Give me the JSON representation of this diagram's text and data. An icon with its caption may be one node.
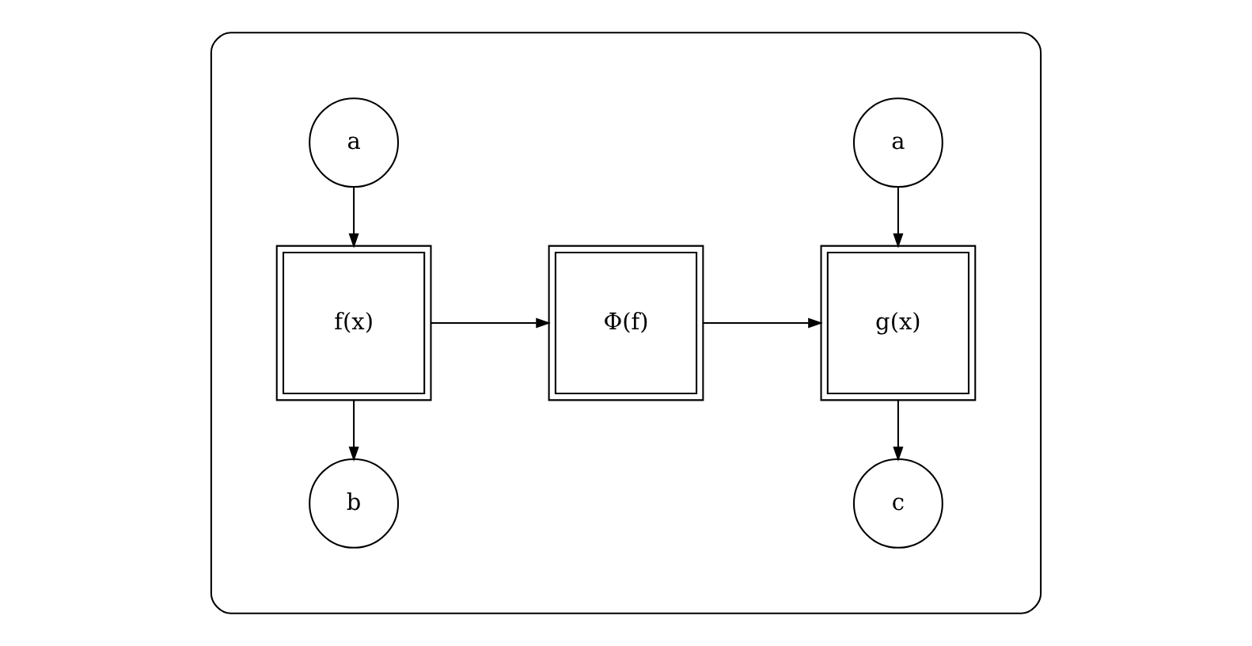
{
  "diagram": {
    "nodes": [
      {
        "text": [],
        "shape": "box"
      },
      {
        "text": [
          "a"
        ],
        "in": 0
      },
      {
        "text": [
          "a"
        ],
        "in": 0
      },
      {
        "text": [
          "f(x)"
        ],
        "in": 0
      },
      {
        "text": [
          "Φ(f)"
        ],
        "in": 0
      },
      {
        "text": [
          "g(x)"
        ],
        "in": 0
      },
      {
        "text": [
          "b"
        ],
        "in": 0
      },
      {
        "text": [
          "c"
        ],
        "in": 0
      }
    ],
    "edges": [
      {
        "from": 1,
        "to": 3,
        "arrow": "to"
      },
      {
        "from": 2,
        "to": 5,
        "arrow": "to"
      },
      {
        "from": 3,
        "to": 4,
        "arrow": "to"
      },
      {
        "from": 4,
        "to": 5,
        "arrow": "to"
      },
      {
        "from": 3,
        "to": 6,
        "arrow": "to"
      },
      {
        "from": 5,
        "to": 7,
        "arrow": "to"
      }
    ]
  }
}
